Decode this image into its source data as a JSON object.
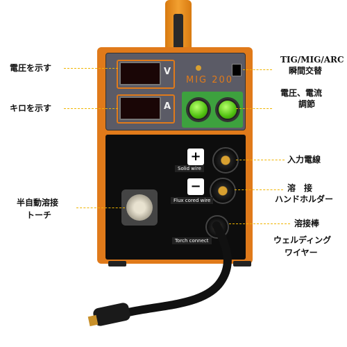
{
  "labels": {
    "voltage": "電圧を示す",
    "kilo": "キロを示す",
    "semiauto_line1": "半自動溶接",
    "semiauto_line2": "トーチ",
    "mode_line1": "TIG/MIG/ARC",
    "mode_line2": "瞬間交替",
    "adjust_line1": "電圧、電流",
    "adjust_line2": "調節",
    "input": "入力電線",
    "holder_line1": "溶　接",
    "holder_line2": "ハンドホルダー",
    "rod_line1": "溶接棒",
    "rod_line2": "ウェルディング",
    "rod_line3": "ワイヤー"
  },
  "panel": {
    "model": "MIG 200",
    "unit_v": "V",
    "unit_a": "A",
    "plus": "+",
    "minus": "−",
    "solid_wire": "Solid wire",
    "flux_wire": "Flux cored wire",
    "torch_connect": "Torch connect"
  },
  "colors": {
    "accent_orange": "#e07a1a",
    "lead_yellow": "#f0b400",
    "knob_green": "#4fbf10"
  }
}
